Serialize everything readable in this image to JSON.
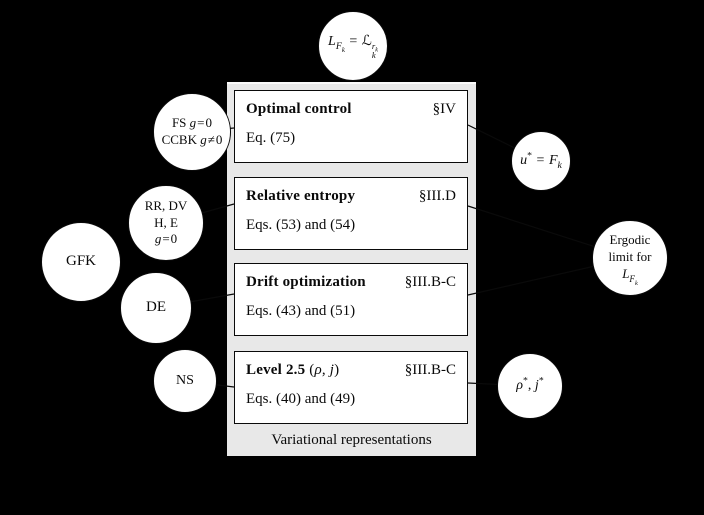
{
  "figure": {
    "caption": "Variational representations"
  },
  "colors": {
    "background": "#000000",
    "panel": "#e8e8e8",
    "box_fill": "#ffffff",
    "stroke": "#0a0a0a"
  },
  "boxes": [
    {
      "id": "optimal-control",
      "title_html": "Optimal control",
      "section": "§IV",
      "eq": "Eq. (75)"
    },
    {
      "id": "relative-entropy",
      "title_html": "Relative entropy",
      "section": "§III.D",
      "eq": "Eqs. (53) and (54)"
    },
    {
      "id": "drift-optimization",
      "title_html": "Drift optimization",
      "section": "§III.B-C",
      "eq": "Eqs. (43) and (51)"
    },
    {
      "id": "level-2-5",
      "title_html": "Level 2.5 <span class='nrm'>(<i>ρ</i>, <i>j</i>)</span>",
      "section": "§III.B-C",
      "eq": "Eqs. (40) and (49)"
    }
  ],
  "circles": {
    "lfk": {
      "label_html": "<i>L</i><sub><i>F</i><sub><i>k</i></sub></sub> <span class='eqs'>=</span> <span class='scr'>ℒ</span><span class='supsub'><span><i>r</i><sub><i>k</i></sub></span><span><i>k</i></span></span>"
    },
    "fs_ccbk": {
      "label_html": "FS <i>g</i><span class='eqs'>=</span>0<br>CCBK <i>g</i><span class='eqs'>≠</span>0"
    },
    "rr_dv": {
      "label_html": "RR, DV<br>H, E<br><i>g</i><span class='eqs'>=</span>0"
    },
    "gfk": {
      "label": "GFK"
    },
    "de": {
      "label": "DE"
    },
    "ns": {
      "label": "NS"
    },
    "u_star": {
      "label_html": "<i>u</i><sup>*</sup> <span class='eqs'>=</span> <i>F</i><sub><i>k</i></sub>"
    },
    "ergodic": {
      "label_html": "Ergodic<br>limit for<br><i>L</i><sub><i>F</i><sub><i>k</i></sub></sub>"
    },
    "rho_j": {
      "label_html": "<i>ρ</i><sup>*</sup>, <i>j</i><sup>*</sup>"
    }
  },
  "edges": [
    {
      "from": "fs-ccbk",
      "to": "optimal-control"
    },
    {
      "from": "rr-dv-h-e",
      "to": "relative-entropy"
    },
    {
      "from": "de",
      "to": "drift-optimization"
    },
    {
      "from": "ns",
      "to": "level-2-5"
    },
    {
      "from": "optimal-control",
      "to": "u-star"
    },
    {
      "from": "relative-entropy",
      "to": "ergodic-limit"
    },
    {
      "from": "drift-optimization",
      "to": "ergodic-limit"
    },
    {
      "from": "level-2-5",
      "to": "rho-j"
    }
  ]
}
